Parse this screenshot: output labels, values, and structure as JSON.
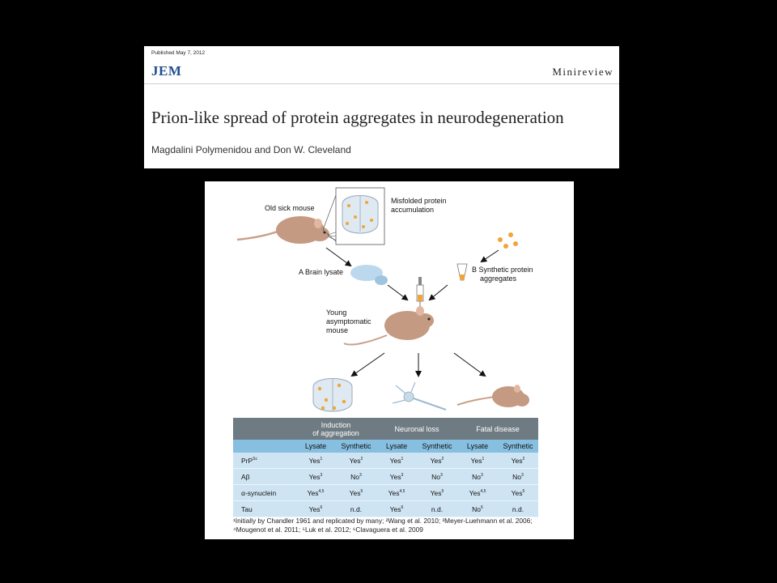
{
  "header": {
    "published": "Published May 7, 2012",
    "journal": "JEM",
    "section": "Minireview",
    "title": "Prion-like spread of protein aggregates in neurodegeneration",
    "authors": "Magdalini Polymenidou and Don W. Cleveland"
  },
  "figure": {
    "old_mouse": "Old sick mouse",
    "misfolded_1": "Misfolded protein",
    "misfolded_2": "accumulation",
    "brain_lysate": "A  Brain lysate",
    "synthetic_1": "B  Synthetic protein",
    "synthetic_2": "aggregates",
    "young_1": "Young",
    "young_2": "asymptomatic",
    "young_3": "mouse"
  },
  "table": {
    "groups": [
      {
        "line1": "Induction",
        "line2": "of aggregation"
      },
      {
        "line1": "",
        "line2": "Neuronal loss"
      },
      {
        "line1": "",
        "line2": "Fatal disease"
      }
    ],
    "subheaders": [
      "Lysate",
      "Synthetic",
      "Lysate",
      "Synthetic",
      "Lysate",
      "Synthetic"
    ],
    "rows": [
      {
        "name": "PrP",
        "sup": "Sc",
        "cells": [
          [
            "Yes",
            "1"
          ],
          [
            "Yes",
            "2"
          ],
          [
            "Yes",
            "1"
          ],
          [
            "Yes",
            "2"
          ],
          [
            "Yes",
            "1"
          ],
          [
            "Yes",
            "2"
          ]
        ]
      },
      {
        "name": "Aβ",
        "sup": "",
        "cells": [
          [
            "Yes",
            "3"
          ],
          [
            "No",
            "3"
          ],
          [
            "Yes",
            "3"
          ],
          [
            "No",
            "3"
          ],
          [
            "No",
            "3"
          ],
          [
            "No",
            "3"
          ]
        ]
      },
      {
        "name": "α-synuclein",
        "sup": "",
        "cells": [
          [
            "Yes",
            "4,5"
          ],
          [
            "Yes",
            "5"
          ],
          [
            "Yes",
            "4,5"
          ],
          [
            "Yes",
            "5"
          ],
          [
            "Yes",
            "4,5"
          ],
          [
            "Yes",
            "5"
          ]
        ]
      },
      {
        "name": "Tau",
        "sup": "",
        "cells": [
          [
            "Yes",
            "6"
          ],
          [
            "n.d.",
            ""
          ],
          [
            "Yes",
            "6"
          ],
          [
            "n.d.",
            ""
          ],
          [
            "No",
            "6"
          ],
          [
            "n.d.",
            ""
          ]
        ]
      }
    ],
    "footnote": "¹Initially by Chandler 1961 and replicated by many; ²Wang et al. 2010; ³Meyer-Luehmann et al. 2006; ⁴Mougenot et al. 2011; ⁵Luk et al. 2012; ⁶Clavaguera et al. 2009"
  }
}
